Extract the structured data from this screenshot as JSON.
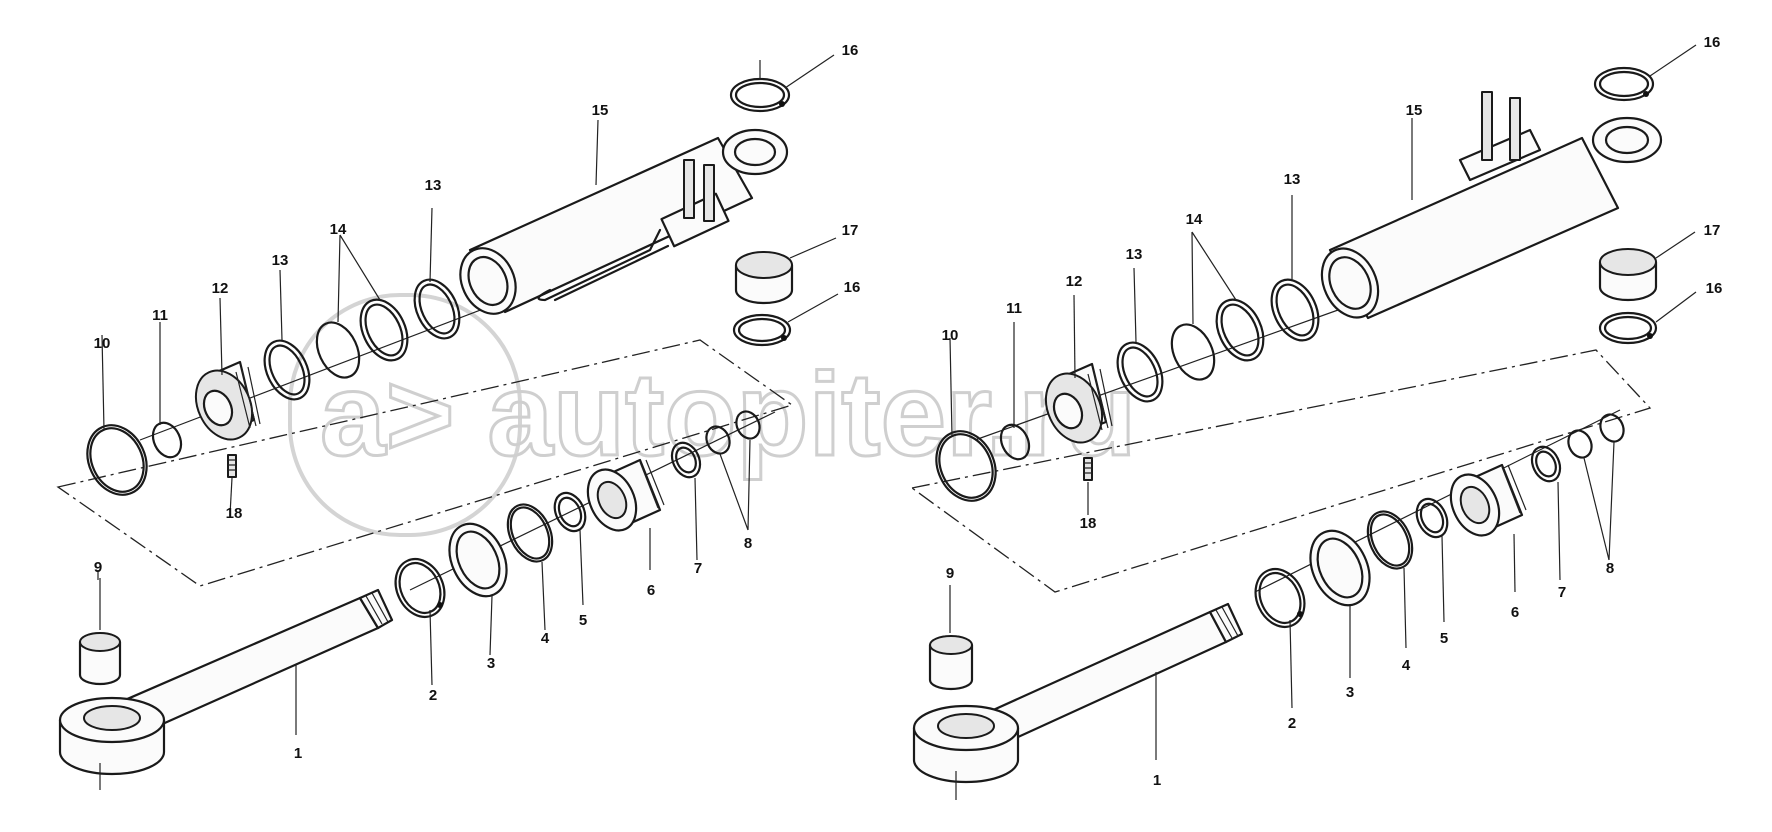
{
  "diagram": {
    "watermark": "a> autopiter.ru",
    "left": {
      "labels": [
        "1",
        "2",
        "3",
        "4",
        "5",
        "6",
        "7",
        "8",
        "9",
        "10",
        "11",
        "12",
        "13",
        "13",
        "14",
        "15",
        "16",
        "16",
        "17",
        "18"
      ]
    },
    "right": {
      "labels": [
        "1",
        "2",
        "3",
        "4",
        "5",
        "6",
        "7",
        "8",
        "9",
        "10",
        "11",
        "12",
        "13",
        "13",
        "14",
        "15",
        "16",
        "16",
        "17",
        "18"
      ]
    }
  }
}
